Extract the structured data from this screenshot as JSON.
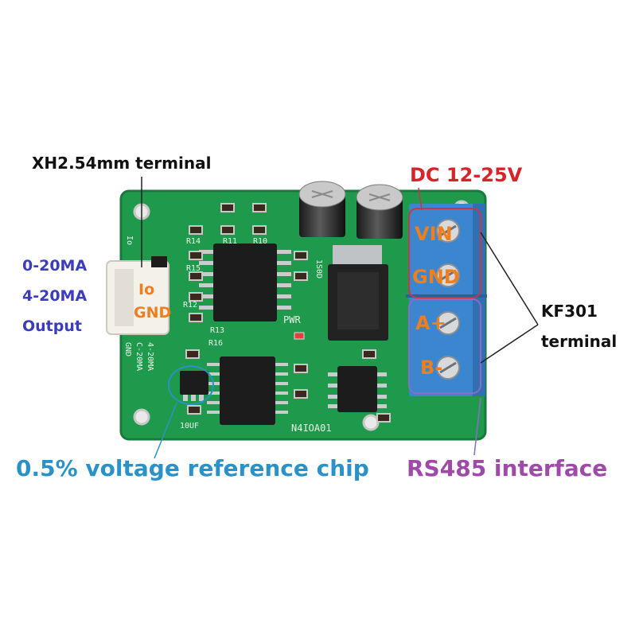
{
  "labels": {
    "xh_terminal": "XH2.54mm terminal",
    "dc_supply": "DC 12-25V",
    "output_line1": "0-20MA",
    "output_line2": "4-20MA",
    "output_line3": "Output",
    "kf301_line1": "KF301",
    "kf301_line2": "terminal",
    "vref_chip": "0.5% voltage reference chip",
    "rs485": "RS485 interface"
  },
  "pins": {
    "io": "Io",
    "gnd_left": "GND",
    "vin": "VIN",
    "gnd_right": "GND",
    "a_plus": "A+",
    "b_minus": "B-"
  },
  "silkscreen": {
    "board_name": "N4IOA01",
    "pwr": "PWR",
    "r14": "R14",
    "r11": "R11",
    "r10": "R10",
    "r15": "R15",
    "r12": "R12",
    "r13": "R13",
    "r16": "R16",
    "cap": "10UF",
    "io": "Io",
    "gnd": "GND",
    "range1": "C-20MA",
    "range2": "4-20MA",
    "regulator": "1S0D"
  },
  "colors": {
    "pcb": "#1f9a4c",
    "terminal_blue": "#3c86cf",
    "callout_orange": "#ee7f1f",
    "callout_blue": "#3c3cbf",
    "callout_red": "#d8232a",
    "callout_cyan": "#2a92c8",
    "callout_purple": "#9f4aa8"
  }
}
